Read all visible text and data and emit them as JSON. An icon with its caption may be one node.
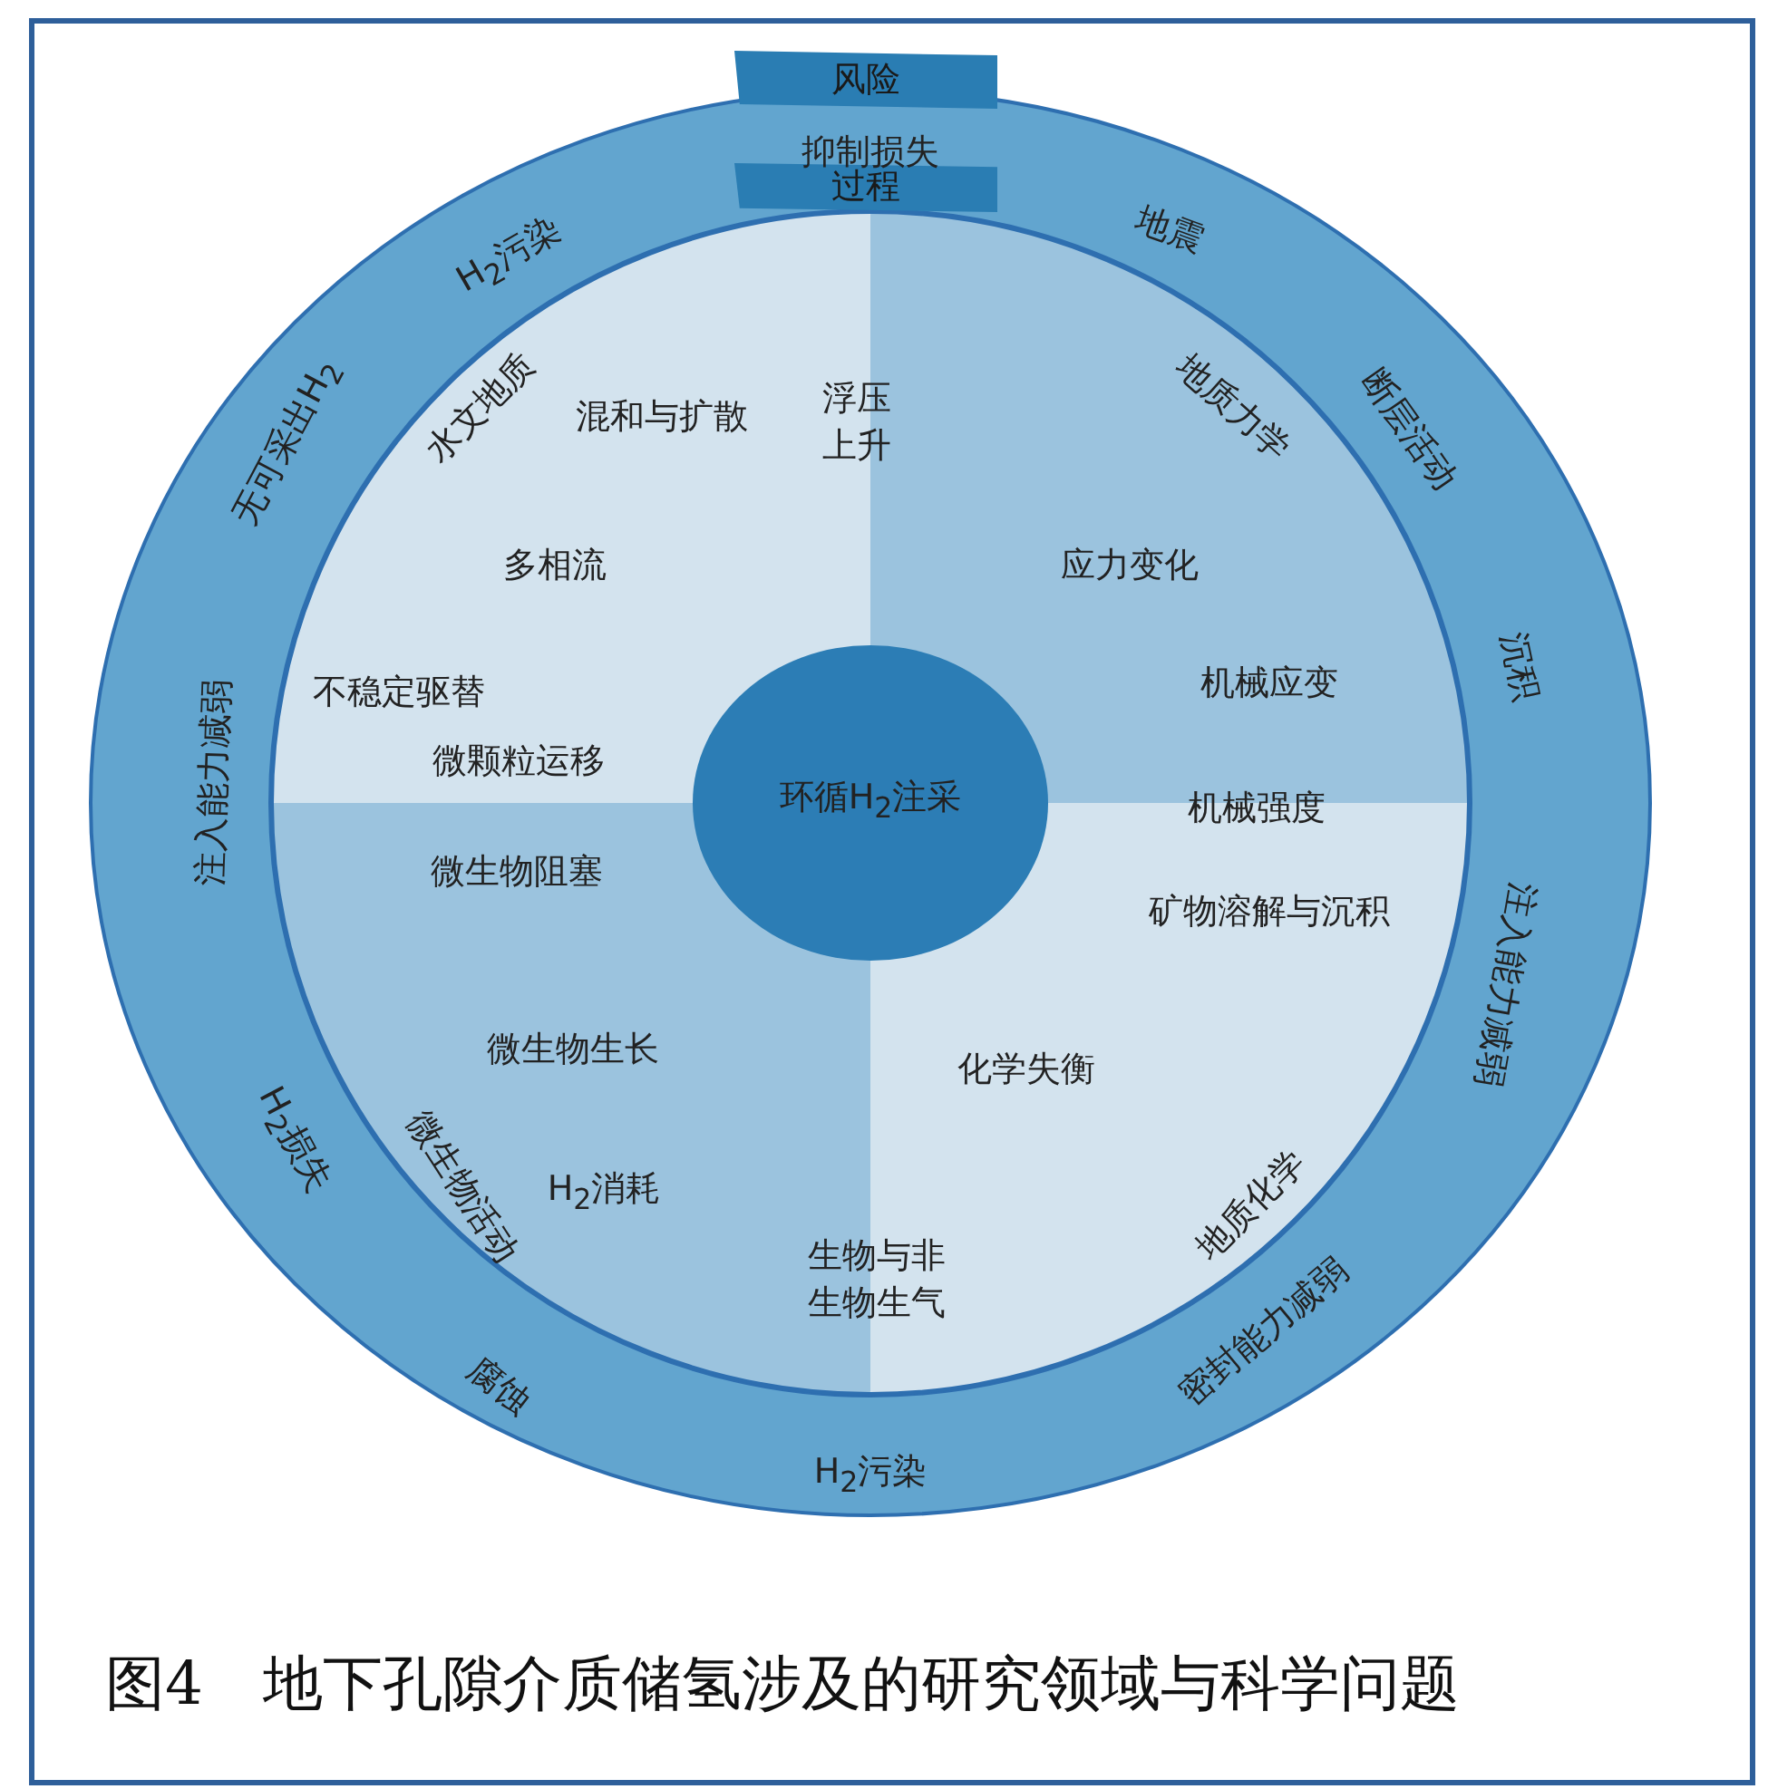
{
  "diagram": {
    "caption": "图4　地下孔隙介质储氢涉及的研究领域与科学问题",
    "nodes": [
      {
        "text": [
          "风险"
        ]
      },
      {
        "text": [
          "过程"
        ],
        "in": 0
      },
      {
        "text": [
          "水文地质"
        ],
        "in": 1
      },
      {
        "text": [
          "地质力学"
        ],
        "in": 1
      },
      {
        "text": [
          "地质化学"
        ],
        "in": 1
      },
      {
        "text": [
          "微生物活动"
        ],
        "in": 1
      },
      {
        "text": [
          "环循H$_{2}$注采"
        ],
        "in": 1
      }
    ],
    "labels": [
      "抑制损失",
      "地震",
      "断层活动",
      "沉积",
      "注入能力减弱",
      "密封能力减弱",
      "H$_{2}$污染",
      "腐蚀",
      "H$_{2}$损失",
      "注入能力减弱",
      "无可采出H$_{2}$",
      "H$_{2}$污染",
      "混和与扩散",
      "浮压上升",
      "多相流",
      "应力变化",
      "机械应变",
      "不稳定驱替",
      "微颗粒运移",
      "机械强度",
      "微生物阻塞",
      "矿物溶解与沉积",
      "微生物生长",
      "化学失衡",
      "H$_{2}$消耗",
      "生物与非生物生气"
    ]
  }
}
